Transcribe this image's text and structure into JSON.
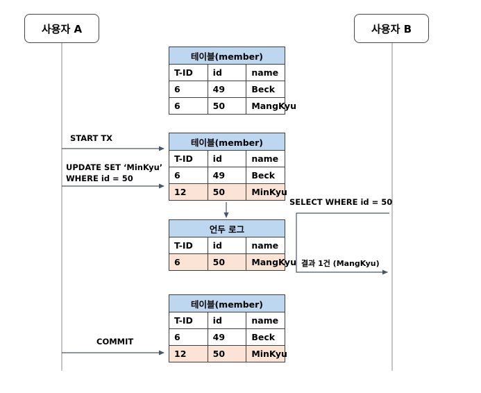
{
  "actors": {
    "a": "사용자 A",
    "b": "사용자 B"
  },
  "colors": {
    "header": "#bcd7ef",
    "highlight": "#fbe4d6",
    "line": "#4a5568"
  },
  "column_headers": [
    "T-ID",
    "id",
    "name"
  ],
  "tables": [
    {
      "title": "테이블(member)",
      "rows": [
        [
          "6",
          "49",
          "Beck"
        ],
        [
          "6",
          "50",
          "MangKyu"
        ]
      ]
    },
    {
      "title": "테이블(member)",
      "rows": [
        [
          "6",
          "49",
          "Beck"
        ],
        [
          "12",
          "50",
          "MinKyu"
        ]
      ]
    },
    {
      "title": "언두 로그",
      "rows": [
        [
          "6",
          "50",
          "MangKyu"
        ]
      ]
    },
    {
      "title": "테이블(member)",
      "rows": [
        [
          "6",
          "49",
          "Beck"
        ],
        [
          "12",
          "50",
          "MinKyu"
        ]
      ]
    }
  ],
  "labels": {
    "start_tx": "START TX",
    "update_line1": "UPDATE SET ‘MinKyu’",
    "update_line2": "WHERE id = 50",
    "select": "SELECT WHERE id = 50",
    "result": "결과 1건 (MangKyu)",
    "commit": "COMMIT"
  }
}
